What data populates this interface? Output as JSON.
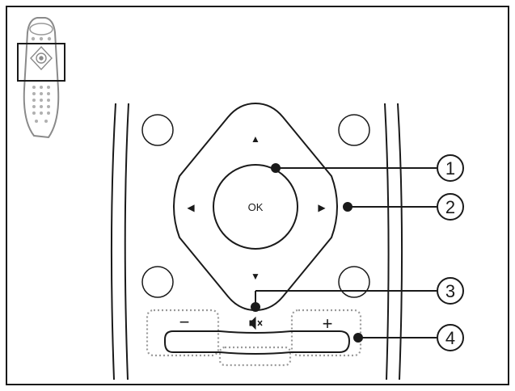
{
  "center_button": {
    "label": "OK"
  },
  "buttons": {
    "arrow_up": "▲",
    "arrow_down": "▼",
    "arrow_left": "◀",
    "arrow_right": "▶",
    "minus": "−",
    "plus": "+"
  },
  "mute_icon": "mute-icon",
  "callouts": [
    {
      "number": "1",
      "target": "ok-button"
    },
    {
      "number": "2",
      "target": "navigation-right-button"
    },
    {
      "number": "3",
      "target": "mute-button"
    },
    {
      "number": "4",
      "target": "volume-rocker"
    }
  ],
  "colors": {
    "line": "#1a1a1a",
    "dots": "#9a9a9a",
    "background": "#ffffff"
  }
}
